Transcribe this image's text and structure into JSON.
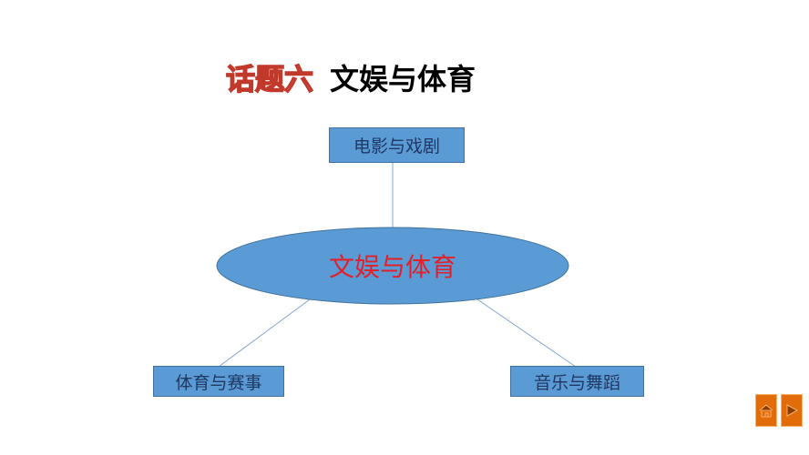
{
  "title": {
    "topic": "话题六",
    "name": "文娱与体育"
  },
  "diagram": {
    "center": "文娱与体育",
    "nodes": {
      "top": "电影与戏剧",
      "left": "体育与赛事",
      "right": "音乐与舞蹈"
    }
  },
  "nav": {
    "home": "home-icon",
    "next": "play-next-icon"
  },
  "colors": {
    "shape": "#5b9bd5",
    "center_text": "#e0202a",
    "nav": "#e36c0a"
  }
}
